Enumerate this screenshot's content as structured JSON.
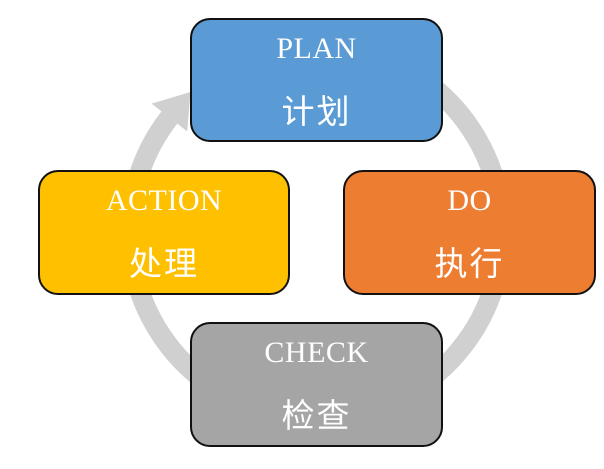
{
  "stages": [
    {
      "key": "plan",
      "label_en": "PLAN",
      "label_zh": "计划",
      "color": "#5B9BD5"
    },
    {
      "key": "do",
      "label_en": "DO",
      "label_zh": "执行",
      "color": "#ED7D31"
    },
    {
      "key": "check",
      "label_en": "CHECK",
      "label_zh": "检查",
      "color": "#A5A5A5"
    },
    {
      "key": "action",
      "label_en": "ACTION",
      "label_zh": "处理",
      "color": "#FFC000"
    }
  ],
  "cycle_arrow": {
    "color": "#D0D0D0",
    "direction": "clockwise"
  }
}
